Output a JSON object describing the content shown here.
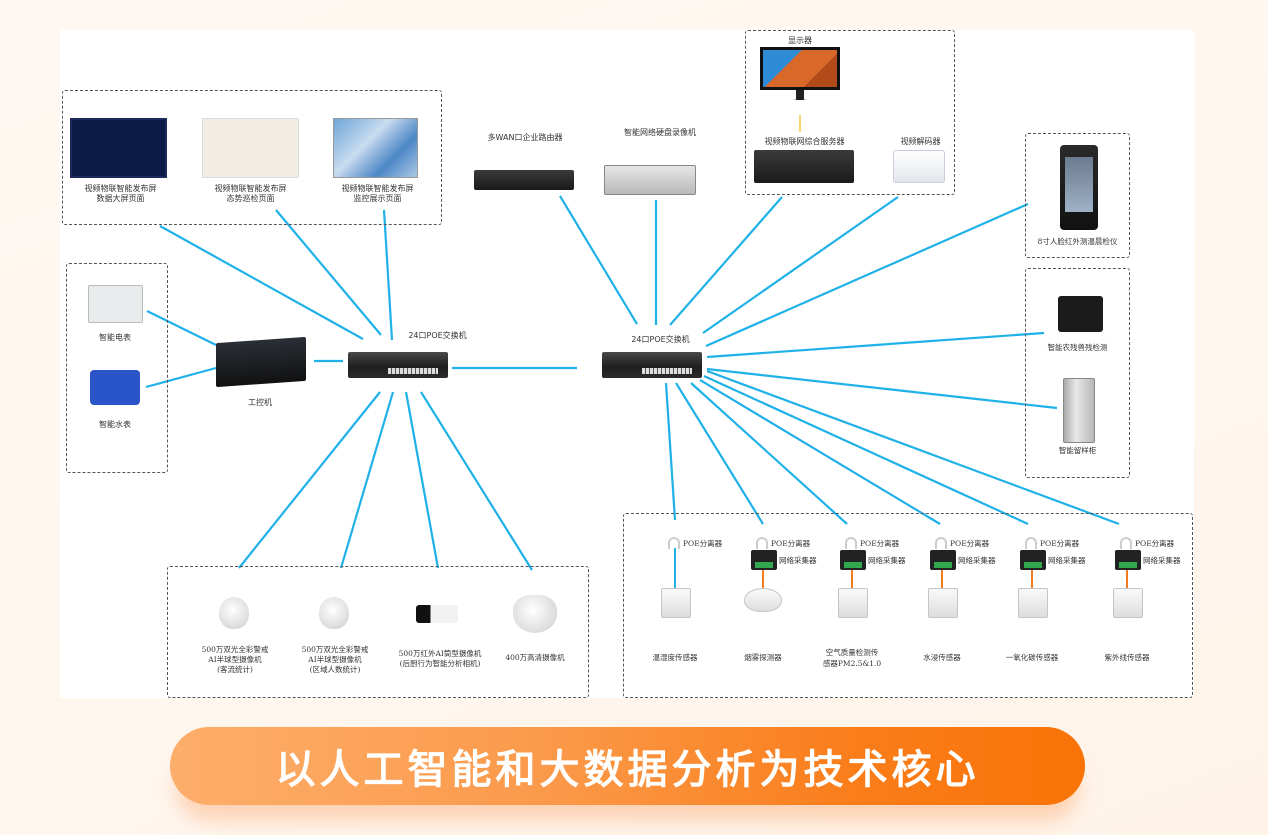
{
  "colors": {
    "link": "#1fb1e8",
    "power_link": "#f7c640",
    "sensor_link": "#f07c1e",
    "group_border": "#555555",
    "banner_start": "#fdae6b",
    "banner_end": "#f97306",
    "banner_text": "#ffffff"
  },
  "publish_screens": [
    {
      "icon": "dashboard-screen-icon",
      "label_1": "视频物联智能发布屏",
      "label_2": "数据大屏页面"
    },
    {
      "icon": "inspection-screen-icon",
      "label_1": "视频物联智能发布屏",
      "label_2": "态势巡检页面"
    },
    {
      "icon": "monitoring-screen-icon",
      "label_1": "视频物联智能发布屏",
      "label_2": "监控展示页面"
    }
  ],
  "core_devices": {
    "router": "多WAN口企业路由器",
    "nvr": "智能网络硬盘录像机",
    "monitor": "显示器",
    "server": "视频物联网综合服务器",
    "decoder": "视频解码器"
  },
  "switches": {
    "left": "24口POE交换机",
    "right": "24口POE交换机"
  },
  "industrial_pc": "工控机",
  "meters": [
    {
      "icon": "electric-meter-icon",
      "label": "智能电表"
    },
    {
      "icon": "water-meter-icon",
      "label": "智能水表"
    }
  ],
  "right_devices": [
    {
      "icon": "face-temperature-terminal-icon",
      "label": "8寸人脸红外测温晨检仪"
    },
    {
      "icon": "pesticide-detector-icon",
      "label": "智能农残兽残检测"
    },
    {
      "icon": "sample-cabinet-icon",
      "label": "智能留样柜"
    }
  ],
  "cameras": [
    {
      "icon": "dome-camera-icon",
      "lines": [
        "500万双光全彩警戒",
        "AI半球型摄像机",
        "(客流统计)"
      ]
    },
    {
      "icon": "dome-camera-icon",
      "lines": [
        "500万双光全彩警戒",
        "AI半球型摄像机",
        "(区域人数统计)"
      ]
    },
    {
      "icon": "bullet-camera-icon",
      "lines": [
        "500万红外AI筒型摄像机",
        "(后厨行为智能分析相机)"
      ]
    },
    {
      "icon": "turret-camera-icon",
      "lines": [
        "400万高清摄像机"
      ]
    }
  ],
  "sensors": {
    "poe_splitter": "POE分离器",
    "collector": "网络采集器",
    "items": [
      {
        "icon": "temp-humidity-sensor-icon",
        "lines": [
          "温湿度传感器"
        ],
        "has_collector": false
      },
      {
        "icon": "smoke-detector-icon",
        "lines": [
          "烟雾探测器"
        ],
        "has_collector": true
      },
      {
        "icon": "air-quality-sensor-icon",
        "lines": [
          "空气质量检测传",
          "感器PM2.5&1.0"
        ],
        "has_collector": true
      },
      {
        "icon": "water-leak-sensor-icon",
        "lines": [
          "水浸传感器"
        ],
        "has_collector": true
      },
      {
        "icon": "co-sensor-icon",
        "lines": [
          "一氧化碳传感器"
        ],
        "has_collector": true
      },
      {
        "icon": "uv-sensor-icon",
        "lines": [
          "紫外线传感器"
        ],
        "has_collector": true
      }
    ]
  },
  "banner": "以人工智能和大数据分析为技术核心"
}
